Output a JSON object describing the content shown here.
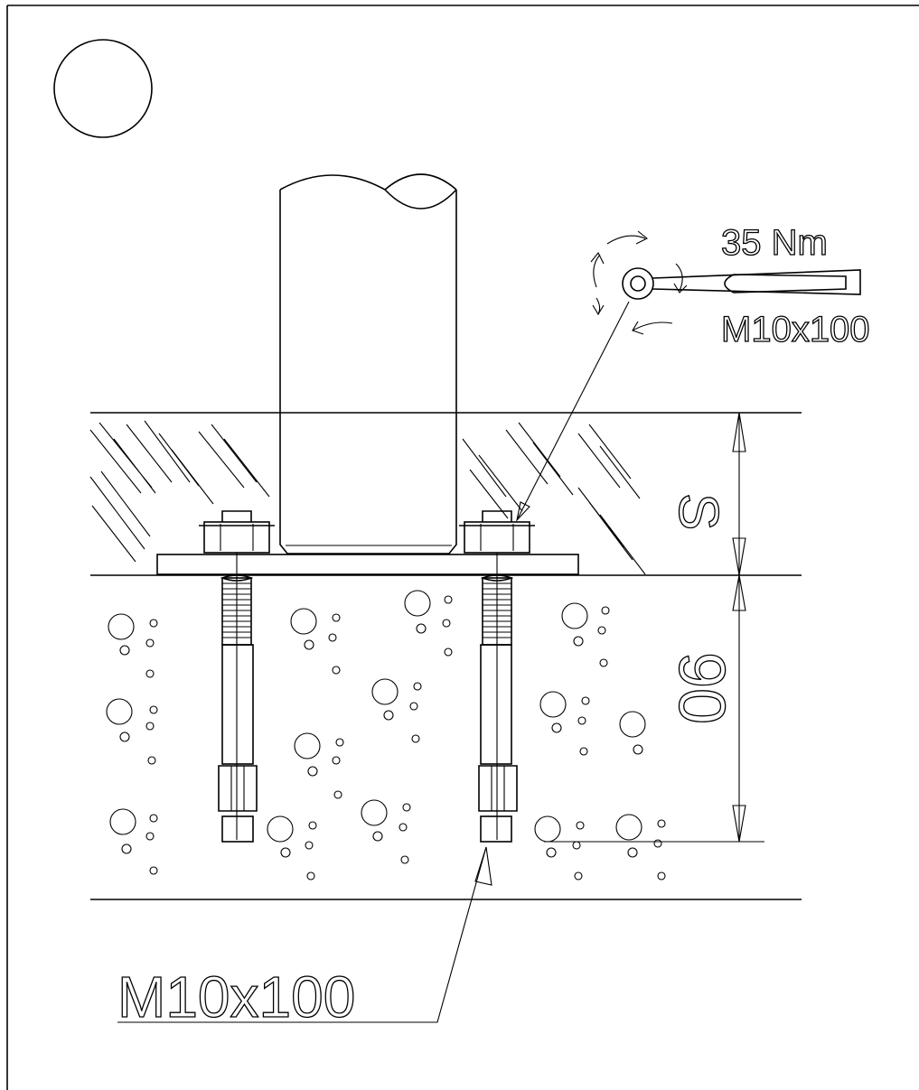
{
  "labels": {
    "torque": "35 Nm",
    "wrench_anchor": "M10x100",
    "embed_depth": "90",
    "thickness": "S",
    "anchor_callout": "M10x100"
  },
  "colors": {
    "line": "#000000",
    "background": "#ffffff"
  }
}
